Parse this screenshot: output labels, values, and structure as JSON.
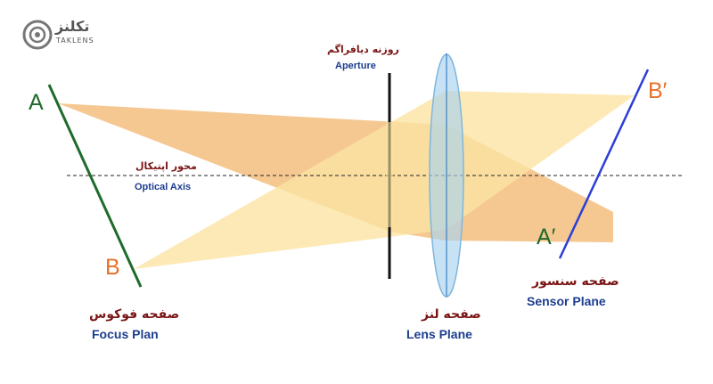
{
  "logo": {
    "persian": "تکلنز",
    "latin": "TAKLENS"
  },
  "points": {
    "a": "A",
    "b": "B",
    "a_prime": "A′",
    "b_prime": "B′"
  },
  "labels": {
    "aperture_fa": "روزنه دیافراگم",
    "aperture_en": "Aperture",
    "axis_fa": "محور اپتیکال",
    "axis_en": "Optical Axis",
    "focus_fa": "صفحه فوکوس",
    "focus_en": "Focus Plan",
    "lens_fa": "صفحه لنز",
    "lens_en": "Lens Plane",
    "sensor_fa": "صفحه سنسور",
    "sensor_en": "Sensor Plane"
  },
  "colors": {
    "focus_plane": "#1e6b2b",
    "point_a": "#1e6b2b",
    "point_b": "#e8702a",
    "orange_fill": "#f2b66e",
    "yellow_fill": "#fbe3a3",
    "lens_fill": "#a9d3f0",
    "sensor_plane": "#2b3fd6",
    "persian_text": "#7a1414",
    "english_text": "#1c3d8f"
  }
}
